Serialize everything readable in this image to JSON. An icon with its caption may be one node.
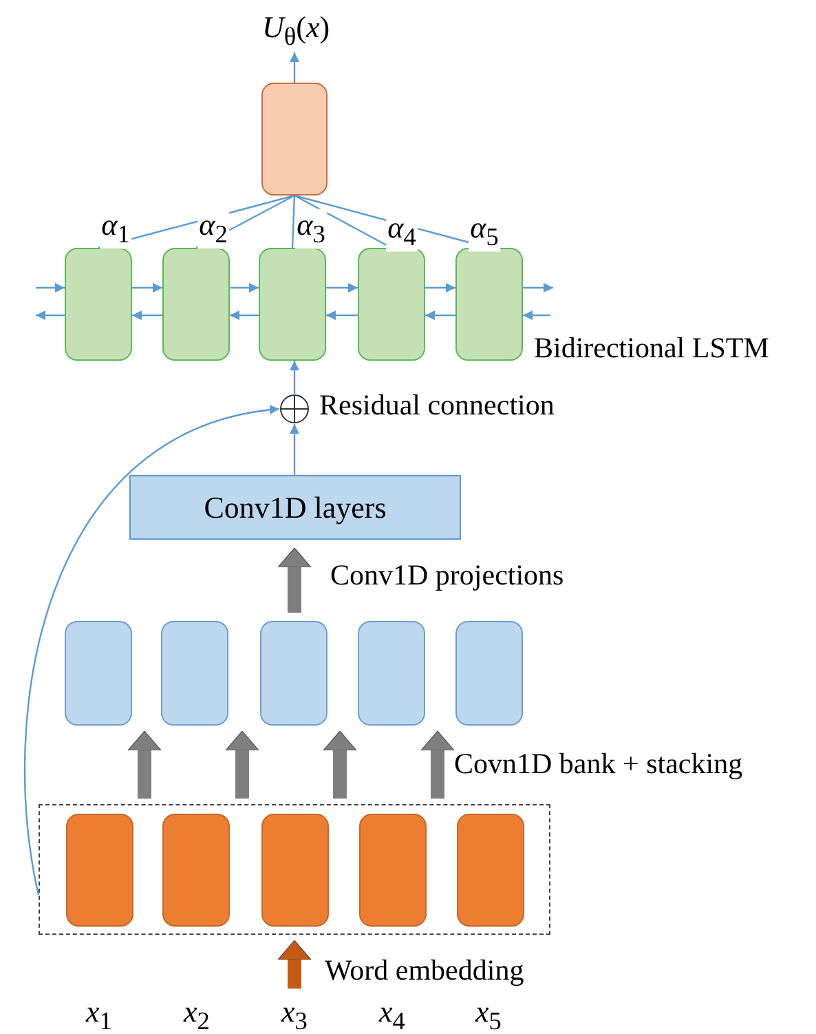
{
  "diagram": {
    "nodes": [
      {
        "text": [
          "*U*$_{θ}$(*x*)"
        ]
      },
      {
        "text": [],
        "shape": "box"
      },
      {
        "text": [],
        "shape": "box"
      },
      {
        "text": [],
        "shape": "box"
      },
      {
        "text": [],
        "shape": "box"
      },
      {
        "text": [],
        "shape": "box"
      },
      {
        "text": [],
        "shape": "box"
      },
      {
        "text": [],
        "shape": "circle",
        "beside": [
          "Residual connection"
        ]
      },
      {
        "text": [
          "Conv1D layers"
        ]
      },
      {
        "text": [],
        "shape": "box"
      },
      {
        "text": [],
        "shape": "box"
      },
      {
        "text": [],
        "shape": "box"
      },
      {
        "text": [],
        "shape": "box"
      },
      {
        "text": [],
        "shape": "box"
      },
      {
        "text": [],
        "shape": "box"
      },
      {
        "text": [],
        "shape": "box",
        "in": 14
      },
      {
        "text": [],
        "shape": "box",
        "in": 14
      },
      {
        "text": [],
        "shape": "box",
        "in": 14
      },
      {
        "text": [],
        "shape": "box",
        "in": 14
      },
      {
        "text": [],
        "shape": "box",
        "in": 14
      },
      {
        "text": [
          "*x*$_{1}$"
        ]
      },
      {
        "text": [
          "*x*$_{2}$"
        ]
      },
      {
        "text": [
          "*x*$_{3}$"
        ]
      },
      {
        "text": [
          "*x*$_{4}$"
        ]
      },
      {
        "text": [
          "*x*$_{5}$"
        ]
      }
    ],
    "edges": [
      {
        "from": 1,
        "to": 0,
        "arrow": "to"
      },
      {
        "from": 2,
        "to": 1,
        "arrow": "none",
        "label": "*α*$_{1}$"
      },
      {
        "from": 3,
        "to": 1,
        "arrow": "none",
        "label": "*α*$_{2}$"
      },
      {
        "from": 4,
        "to": 1,
        "arrow": "none",
        "label": "*α*$_{3}$"
      },
      {
        "from": 5,
        "to": 1,
        "arrow": "none",
        "label": "*α*$_{4}$"
      },
      {
        "from": 6,
        "to": 1,
        "arrow": "none",
        "label": "*α*$_{5}$"
      },
      {
        "from": null,
        "to": 2,
        "arrow": "to"
      },
      {
        "from": 2,
        "to": 3,
        "arrow": "to"
      },
      {
        "from": 3,
        "to": 4,
        "arrow": "to"
      },
      {
        "from": 4,
        "to": 5,
        "arrow": "to"
      },
      {
        "from": 5,
        "to": 6,
        "arrow": "to"
      },
      {
        "from": 6,
        "to": null,
        "arrow": "to"
      },
      {
        "from": 2,
        "to": null,
        "arrow": "to"
      },
      {
        "from": 3,
        "to": 2,
        "arrow": "to"
      },
      {
        "from": 4,
        "to": 3,
        "arrow": "to"
      },
      {
        "from": 5,
        "to": 4,
        "arrow": "to"
      },
      {
        "from": 6,
        "to": 5,
        "arrow": "to"
      },
      {
        "from": null,
        "to": 6,
        "arrow": "to"
      },
      {
        "from": 8,
        "to": 7,
        "arrow": "to"
      },
      {
        "from": 7,
        "to": 4,
        "arrow": "to"
      },
      {
        "from": 14,
        "to": 7,
        "arrow": "to"
      },
      {
        "from": 11,
        "to": 8,
        "arrow": "to",
        "label": "Conv1D projections",
        "style": "thick",
        "color": "#7f7f7f"
      },
      {
        "from": 14,
        "to": 9,
        "arrow": "to",
        "style": "thick",
        "color": "#7f7f7f"
      },
      {
        "from": 14,
        "to": 10,
        "arrow": "to",
        "style": "thick",
        "color": "#7f7f7f"
      },
      {
        "from": 14,
        "to": 11,
        "arrow": "to",
        "style": "thick",
        "color": "#7f7f7f"
      },
      {
        "from": 14,
        "to": 12,
        "arrow": "to",
        "label": "Covn1D bank + stacking",
        "style": "thick",
        "color": "#7f7f7f"
      },
      {
        "from": 22,
        "to": 14,
        "arrow": "to",
        "label": "Word embedding",
        "style": "thick",
        "color": "#c55a11"
      }
    ],
    "labels": [
      "Bidirectional LSTM"
    ]
  }
}
